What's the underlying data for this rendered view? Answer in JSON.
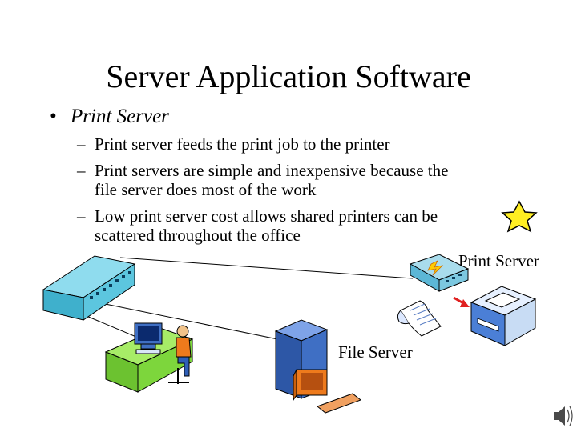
{
  "slide": {
    "title": "Server Application Software",
    "bullet": "Print Server",
    "sub_bullets": [
      {
        "line1": "Print server feeds the print job to the printer",
        "line2": ""
      },
      {
        "line1": "Print servers are simple and inexpensive because the",
        "line2": "file server does most of the work"
      },
      {
        "line1": "Low print server cost allows shared printers can be",
        "line2": "scattered throughout the office"
      }
    ],
    "dash": "–",
    "bullet_symbol": "•"
  },
  "diagram": {
    "print_server_label": "Print Server",
    "file_server_label": "File Server",
    "icons": [
      "hub-icon",
      "workstation-icon",
      "file-server-icon",
      "print-server-icon",
      "printer-icon",
      "print-job-icon",
      "star-icon",
      "speaker-icon"
    ],
    "colors": {
      "hub": "#5cc6df",
      "desk": "#7dd63c",
      "server_blue": "#3f6fc4",
      "orange": "#ee7a1c",
      "star": "#ffee22",
      "arrow": "#e02020"
    }
  }
}
